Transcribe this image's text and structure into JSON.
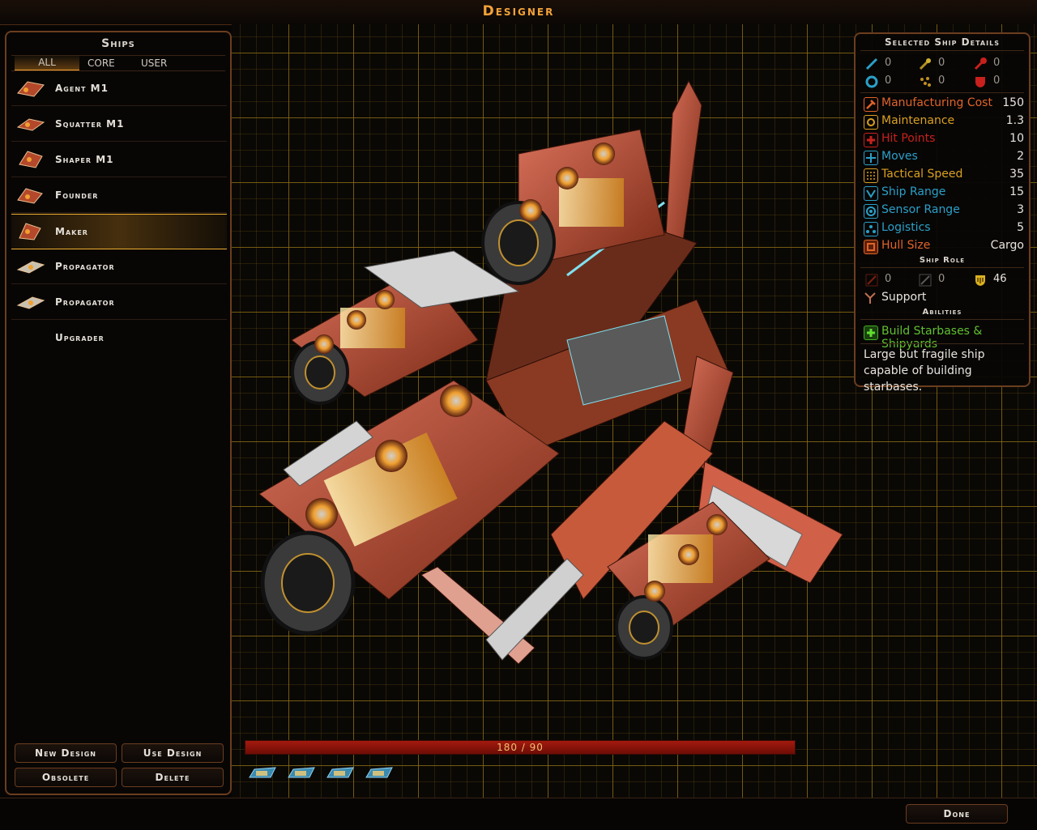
{
  "window": {
    "title": "Designer"
  },
  "ships_panel": {
    "title": "Ships",
    "filters": [
      "ALL",
      "CORE",
      "USER"
    ],
    "items": [
      {
        "label": "Agent M1",
        "icon": "ship-thumbnail-icon"
      },
      {
        "label": "Squatter M1",
        "icon": "ship-thumbnail-icon"
      },
      {
        "label": "Shaper M1",
        "icon": "ship-thumbnail-icon"
      },
      {
        "label": "Founder",
        "icon": "ship-thumbnail-icon"
      },
      {
        "label": "Maker",
        "icon": "ship-thumbnail-icon",
        "selected": true
      },
      {
        "label": "Propagator",
        "icon": "ship-thumbnail-icon"
      },
      {
        "label": "Propagator",
        "icon": "ship-thumbnail-icon"
      },
      {
        "label": "Upgrader"
      }
    ],
    "buttons": {
      "new_design": "New Design",
      "use_design": "Use Design",
      "obsolete": "Obsolete",
      "delete": "Delete"
    }
  },
  "details": {
    "title": "Selected Ship Details",
    "weapons": [
      {
        "icon": "beam-weapon-icon",
        "value": "0"
      },
      {
        "icon": "kinetic-weapon-icon",
        "value": "0"
      },
      {
        "icon": "missile-weapon-icon",
        "value": "0"
      },
      {
        "icon": "shield-defense-icon",
        "value": "0"
      },
      {
        "icon": "point-defense-icon",
        "value": "0"
      },
      {
        "icon": "armor-defense-icon",
        "value": "0"
      }
    ],
    "stats": [
      {
        "name": "Manufacturing Cost",
        "value": "150",
        "icon": "hammer-icon",
        "color": "#e0632a"
      },
      {
        "name": "Maintenance",
        "value": "1.3",
        "icon": "maintenance-icon",
        "color": "#d9a020"
      },
      {
        "name": "Hit Points",
        "value": "10",
        "icon": "hit-points-icon",
        "color": "#c8201c"
      },
      {
        "name": "Moves",
        "value": "2",
        "icon": "moves-icon",
        "color": "#2aa0c8"
      },
      {
        "name": "Tactical Speed",
        "value": "35",
        "icon": "tactical-speed-icon",
        "color": "#d9a020"
      },
      {
        "name": "Ship Range",
        "value": "15",
        "icon": "ship-range-icon",
        "color": "#2aa0c8"
      },
      {
        "name": "Sensor Range",
        "value": "3",
        "icon": "sensor-icon",
        "color": "#2aa0c8"
      },
      {
        "name": "Logistics",
        "value": "5",
        "icon": "logistics-icon",
        "color": "#2aa0c8"
      },
      {
        "name": "Hull Size",
        "value": "Cargo",
        "icon": "hull-size-icon",
        "color": "#e0632a"
      }
    ],
    "ship_role_heading": "Ship Role",
    "role_values": [
      {
        "icon": "attack-role-icon",
        "value": "0"
      },
      {
        "icon": "defense-role-icon",
        "value": "0"
      },
      {
        "icon": "shield-value-icon",
        "value": "46"
      }
    ],
    "role": "Support",
    "abilities_heading": "Abilities",
    "ability": "Build Starbases & Shipyards",
    "description": "Large but fragile ship capable of building starbases."
  },
  "capacity": {
    "text": "180 / 90"
  },
  "modules": [
    "module-icon",
    "module-icon",
    "module-icon",
    "module-icon"
  ],
  "done_button": "Done",
  "colors": {
    "accent": "#f2a23a",
    "border": "#6b3d1e",
    "capacity_bar": "#a31a0e",
    "ship_hull": "#b4482a"
  }
}
